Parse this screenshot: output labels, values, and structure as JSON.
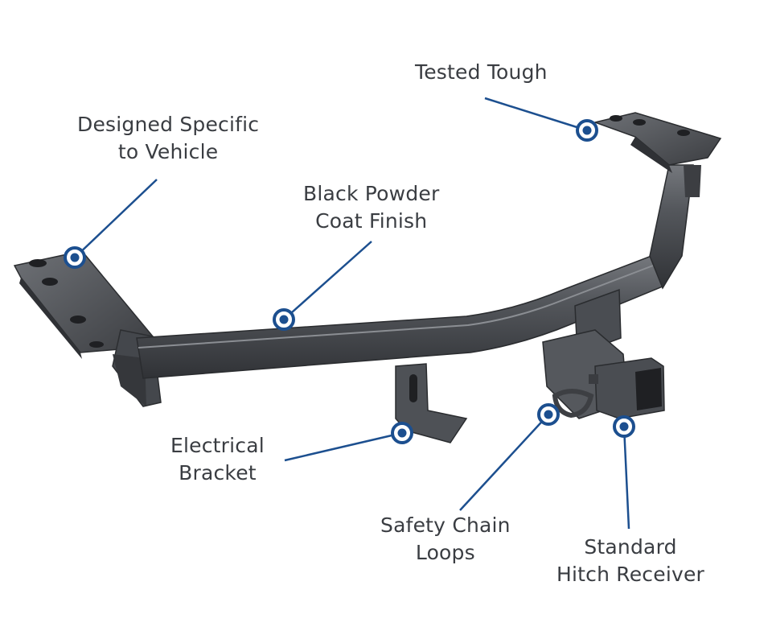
{
  "callouts": {
    "tested_tough": [
      "Tested Tough"
    ],
    "designed_specific": [
      "Designed Specific",
      "to Vehicle"
    ],
    "powder_coat": [
      "Black Powder",
      "Coat Finish"
    ],
    "electrical_bracket": [
      "Electrical",
      "Bracket"
    ],
    "safety_chain": [
      "Safety Chain",
      "Loops"
    ],
    "hitch_receiver": [
      "Standard",
      "Hitch Receiver"
    ]
  },
  "colors": {
    "marker": "#1c4f8f",
    "leader_line": "#1c4f8f",
    "label_text": "#3a3d42",
    "hitch_body": "#4a4d52",
    "hitch_highlight": "#6b6e73",
    "hitch_shadow": "#2f3135"
  }
}
